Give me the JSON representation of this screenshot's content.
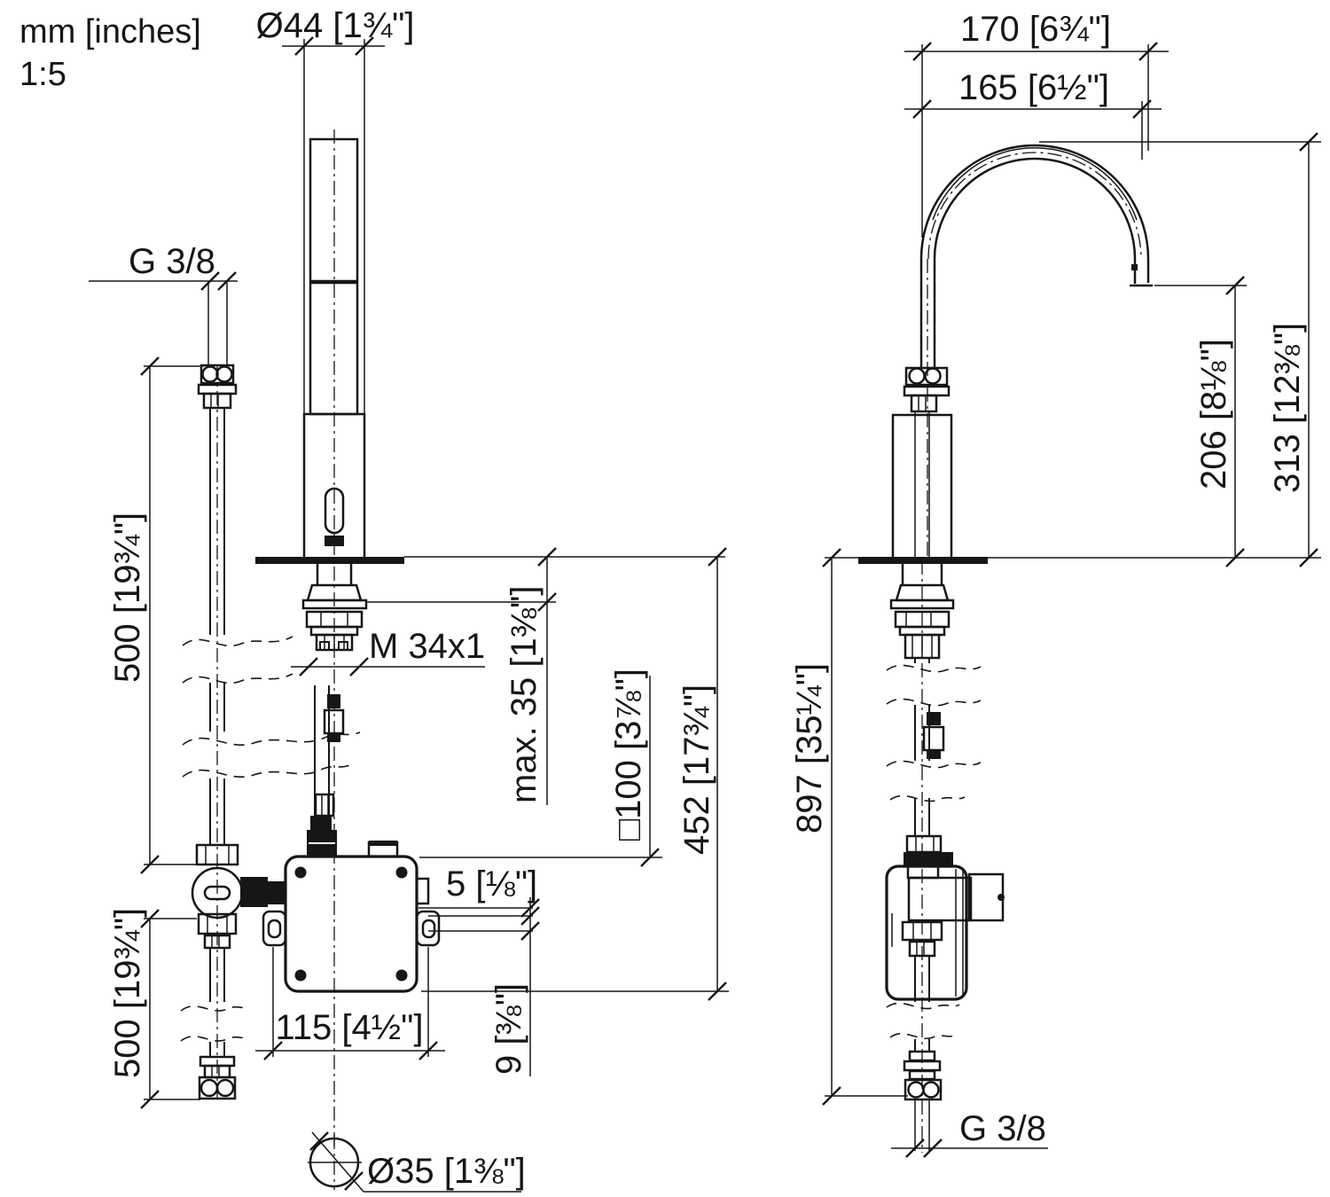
{
  "colors": {
    "line": "#161616",
    "background": "#ffffff"
  },
  "legend": {
    "units": "mm [inches]",
    "scale": "1:5"
  },
  "front_view": {
    "spout_diameter": "Ø44 [1¾\"]",
    "supply_thread": "G 3/8",
    "hose_length_upper": "500 [19¾\"]",
    "hose_length_lower": "500 [19¾\"]",
    "mounting_thread": "M 34x1",
    "max_deck_thickness": "max. 35 [1⅜\"]",
    "valve_box_size": "□100 [3⅞\"]",
    "height_below_deck": "452 [17¾\"]",
    "valve_box_width": "115 [4½\"]",
    "offset_small": "5 [⅛\"]",
    "offset_large": "9 [⅜\"]",
    "hole_diameter": "Ø35 [1⅜\"]"
  },
  "side_view": {
    "spout_reach_outer": "170 [6¾\"]",
    "spout_reach_inner": "165 [6½\"]",
    "outlet_height": "206 [8⅛\"]",
    "spout_top_height": "313 [12⅜\"]",
    "hose_length_total": "897 [35¼\"]",
    "supply_thread": "G 3/8"
  }
}
